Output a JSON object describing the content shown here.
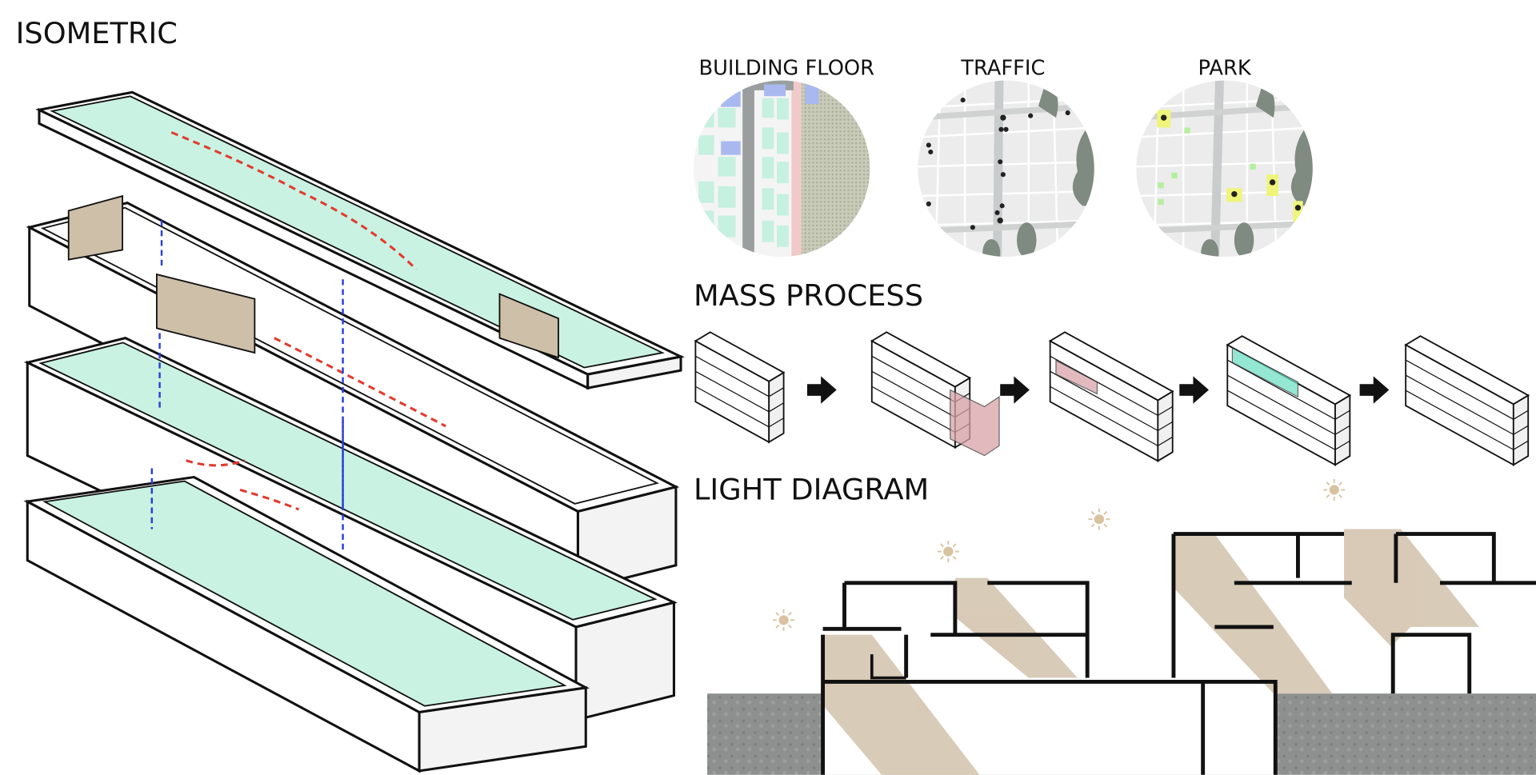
{
  "titles": {
    "isometric": "ISOMETRIC",
    "mass_process": "MASS PROCESS",
    "light_diagram": "LIGHT DIAGRAM"
  },
  "site_maps": [
    {
      "label": "BUILDING FLOOR"
    },
    {
      "label": "TRAFFIC"
    },
    {
      "label": "PARK"
    }
  ],
  "colors": {
    "mint": "#c9f2e2",
    "beige": "#d4c5b0",
    "wall_tan": "#cdbfa8",
    "arrow_red": "#e23a2e",
    "arrow_blue": "#2a3fd8",
    "ground": "#8f9190",
    "pink": "#d9a3a8",
    "map_bg": "#ececec",
    "park_yellow": "#eef57a"
  }
}
